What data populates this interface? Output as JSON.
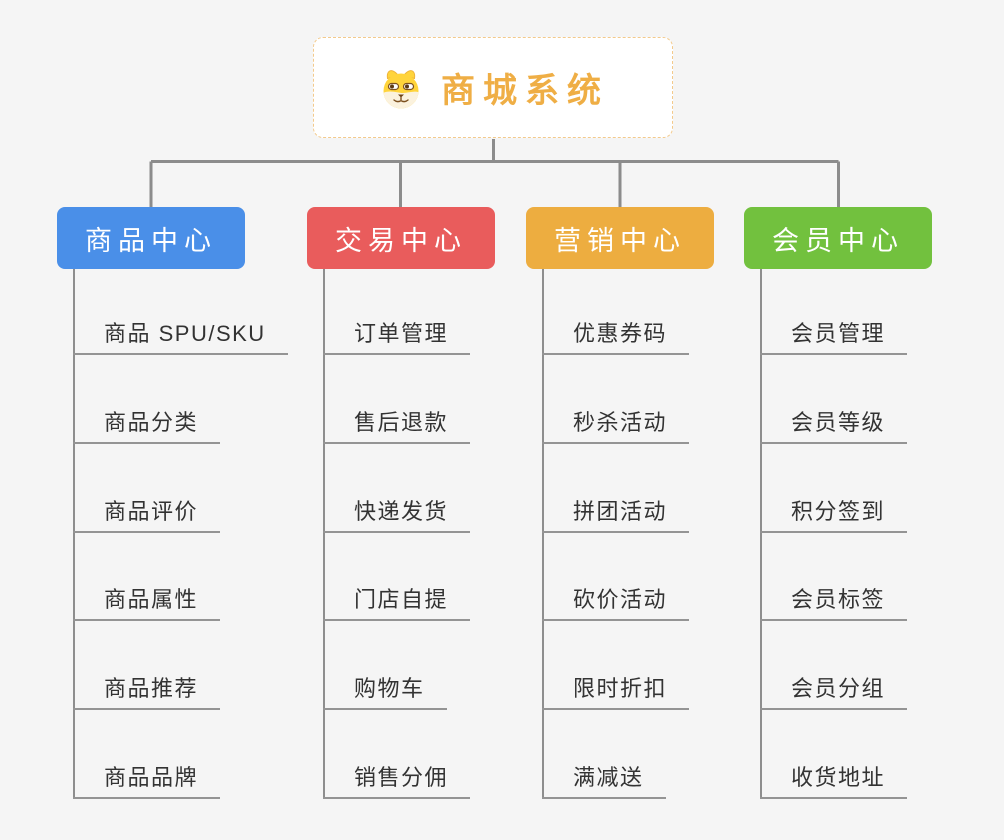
{
  "root": {
    "title": "商城系统",
    "icon": "dog-face-icon"
  },
  "branches": [
    {
      "label": "商品中心",
      "color": "#4A8FE8",
      "items": [
        "商品 SPU/SKU",
        "商品分类",
        "商品评价",
        "商品属性",
        "商品推荐",
        "商品品牌"
      ]
    },
    {
      "label": "交易中心",
      "color": "#E95C5C",
      "items": [
        "订单管理",
        "售后退款",
        "快递发货",
        "门店自提",
        "购物车",
        "销售分佣"
      ]
    },
    {
      "label": "营销中心",
      "color": "#EDAD40",
      "items": [
        "优惠券码",
        "秒杀活动",
        "拼团活动",
        "砍价活动",
        "限时折扣",
        "满减送"
      ]
    },
    {
      "label": "会员中心",
      "color": "#72C13E",
      "items": [
        "会员管理",
        "会员等级",
        "积分签到",
        "会员标签",
        "会员分组",
        "收货地址"
      ]
    }
  ],
  "colors": {
    "background": "#F5F5F5",
    "root_text": "#EFAE45",
    "root_border": "#F3CA8C",
    "connector": "#8C8C8C",
    "underline": "#949494",
    "leaf_text": "#333333"
  }
}
